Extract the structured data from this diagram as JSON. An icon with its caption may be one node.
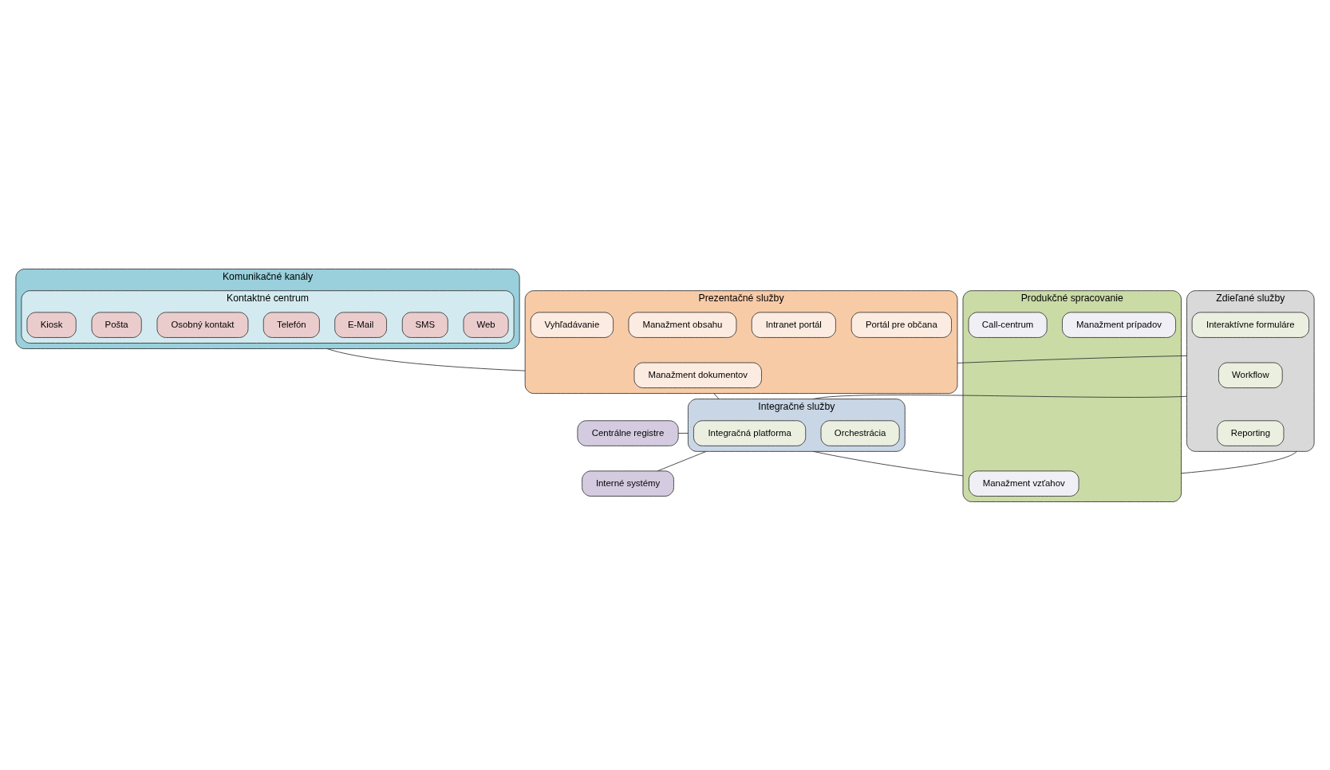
{
  "diagram": {
    "nodes": [
      {
        "text": [
          "Komunikačné kanály"
        ]
      },
      {
        "text": [
          "Kontaktné centrum"
        ],
        "in": 0
      },
      {
        "text": [
          "Web"
        ],
        "in": 1
      },
      {
        "text": [
          "SMS"
        ],
        "in": 1
      },
      {
        "text": [
          "E-Mail"
        ],
        "in": 1
      },
      {
        "text": [
          "Telefón"
        ],
        "in": 1
      },
      {
        "text": [
          "Osobný kontakt"
        ],
        "in": 1
      },
      {
        "text": [
          "Pošta"
        ],
        "in": 1
      },
      {
        "text": [
          "Kiosk"
        ],
        "in": 1
      },
      {
        "text": [
          "Zdieľané služby"
        ]
      },
      {
        "text": [
          "Interaktívne formuláre"
        ],
        "in": 9
      },
      {
        "text": [
          "Workflow"
        ],
        "in": 9
      },
      {
        "text": [
          "Reporting"
        ],
        "in": 9
      },
      {
        "text": [
          "Prezentačné služby"
        ]
      },
      {
        "text": [
          "Portál pre občana"
        ],
        "in": 13
      },
      {
        "text": [
          "Intranet portál"
        ],
        "in": 13
      },
      {
        "text": [
          "Manažment dokumentov"
        ],
        "in": 13
      },
      {
        "text": [
          "Manažment obsahu"
        ],
        "in": 13
      },
      {
        "text": [
          "Vyhľadávanie"
        ],
        "in": 13
      },
      {
        "text": [
          "Integračné služby"
        ]
      },
      {
        "text": [
          "Orchestrácia"
        ],
        "in": 19
      },
      {
        "text": [
          "Integračná platforma"
        ],
        "in": 19
      },
      {
        "text": [
          "Centrálne registre"
        ]
      },
      {
        "text": [
          "Interné systémy"
        ]
      },
      {
        "text": [
          "Produkčné spracovanie"
        ]
      },
      {
        "text": [
          "Manažment prípadov"
        ],
        "in": 24
      },
      {
        "text": [
          "Manažment vzťahov"
        ],
        "in": 24
      },
      {
        "text": [
          "Call-centrum"
        ],
        "in": 24
      }
    ],
    "edges": [
      {
        "from": 0,
        "to": 13,
        "arrow": "none"
      },
      {
        "from": 13,
        "to": 19,
        "arrow": "none"
      },
      {
        "from": 19,
        "to": 24,
        "arrow": "none"
      },
      {
        "from": 9,
        "to": 13,
        "arrow": "none"
      },
      {
        "from": 9,
        "to": 19,
        "arrow": "none"
      },
      {
        "from": 9,
        "to": 24,
        "arrow": "none"
      },
      {
        "from": 19,
        "to": 22,
        "arrow": "none"
      },
      {
        "from": 19,
        "to": 23,
        "arrow": "none"
      }
    ]
  }
}
